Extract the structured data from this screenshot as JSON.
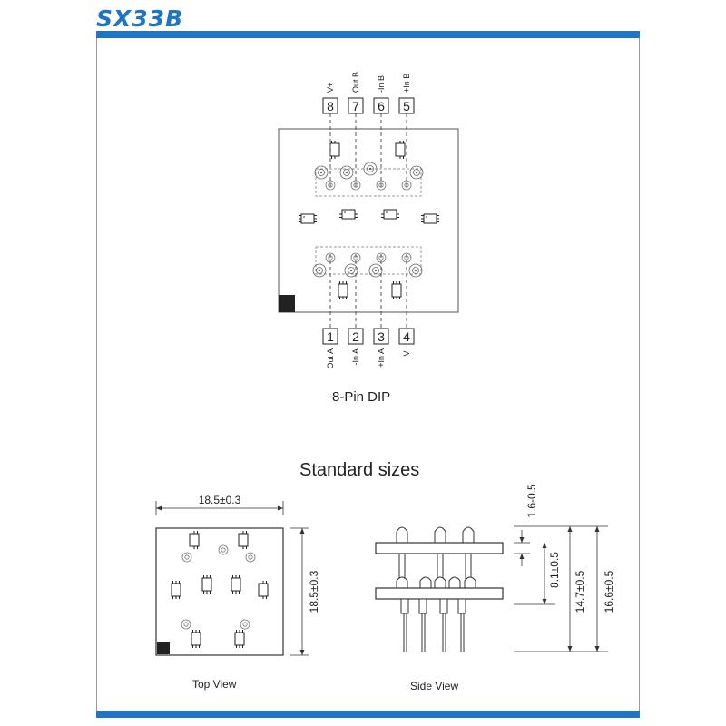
{
  "header": {
    "brand": "SX33B",
    "accent_color": "#1f74c6"
  },
  "pinout": {
    "top_pins": [
      {
        "number": "8",
        "label": "V+"
      },
      {
        "number": "7",
        "label": "Out B"
      },
      {
        "number": "6",
        "label": "-In B"
      },
      {
        "number": "5",
        "label": "+In B"
      }
    ],
    "bottom_pins": [
      {
        "number": "1",
        "label": "Out A"
      },
      {
        "number": "2",
        "label": "-In A"
      },
      {
        "number": "3",
        "label": "+In A"
      },
      {
        "number": "4",
        "label": "V-"
      }
    ],
    "package_label": "8-Pin DIP"
  },
  "sizes": {
    "title": "Standard sizes",
    "top_view": {
      "width_label": "18.5±0.3",
      "height_label": "18.5±0.3",
      "caption": "Top View"
    },
    "side_view": {
      "dims": [
        "1.6-0.5",
        "8.1±0.5",
        "14.7±0.5",
        "16.6±0.5"
      ],
      "caption": "Side View"
    }
  }
}
